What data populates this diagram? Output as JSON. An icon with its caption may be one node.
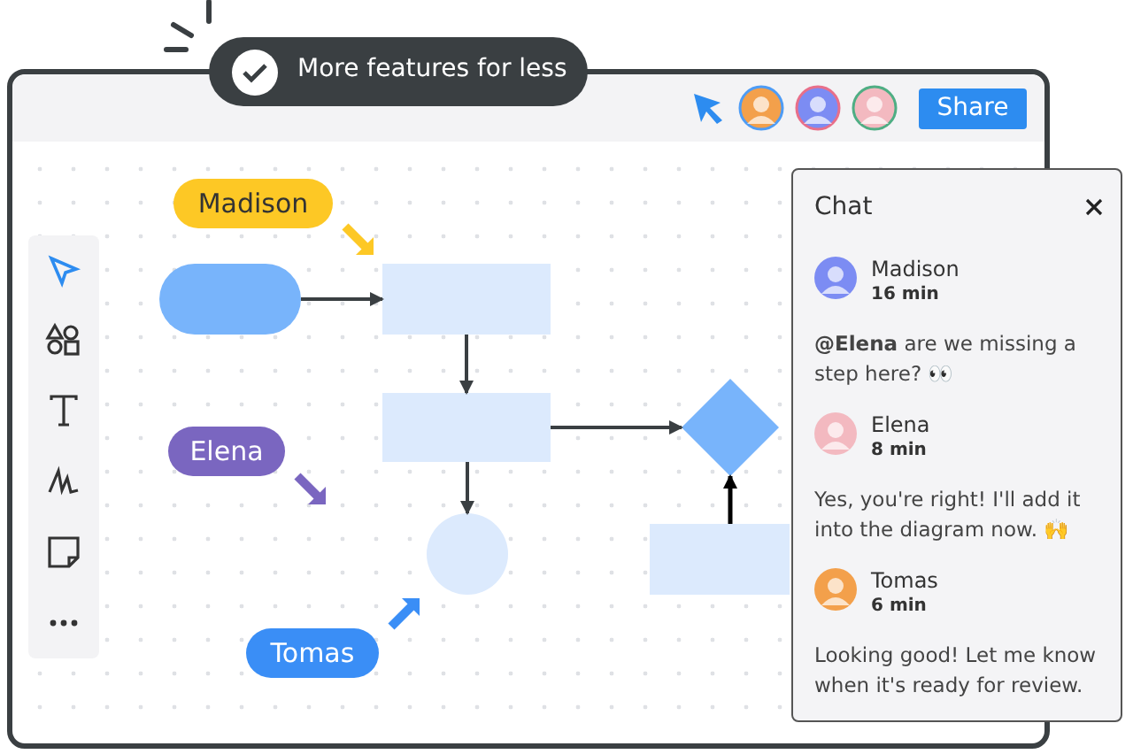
{
  "diagram": {
    "nodes": [
      {
        "text": [],
        "shape": "box"
      },
      {
        "text": [],
        "shape": "box"
      },
      {
        "text": [],
        "shape": "box"
      },
      {
        "text": [],
        "shape": "circle"
      },
      {
        "text": [],
        "shape": "diamond"
      },
      {
        "text": [],
        "shape": "box"
      }
    ],
    "edges": [
      {
        "from": 0,
        "to": 1,
        "arrow": "to"
      },
      {
        "from": 1,
        "to": 2,
        "arrow": "to"
      },
      {
        "from": 2,
        "to": 3,
        "arrow": "to"
      },
      {
        "from": 2,
        "to": 4,
        "arrow": "to"
      },
      {
        "from": 5,
        "to": 4,
        "arrow": "to",
        "color": "#000000"
      }
    ],
    "labels": [
      "More features for less",
      "Share",
      "Madison",
      "Elena",
      "Tomas",
      "Chat",
      "Madison",
      "16 min",
      "**@Elena** are we missing a step here? 👀",
      "Elena",
      "8 min",
      "Yes, you're right! I'll add it into the diagram now. 🙌",
      "Tomas",
      "6 min",
      "Looking good! Let me know when it's ready for review."
    ]
  }
}
